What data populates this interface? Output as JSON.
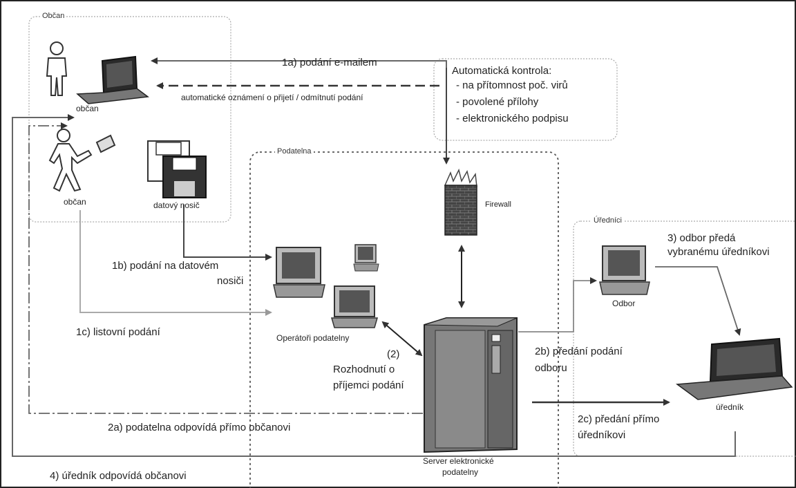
{
  "groups": {
    "citizen": "Občan",
    "registry": "Podatelna",
    "officials": "Úředníci"
  },
  "labels": {
    "citizen_laptop": "občan",
    "citizen_walking": "občan",
    "data_carrier": "datový nosič",
    "firewall": "Firewall",
    "operators": "Operátoři podatelny",
    "department": "Odbor",
    "official": "úředník",
    "server": [
      "Server elektronické",
      "podatelny"
    ]
  },
  "auto_check": {
    "title": "Automatická kontrola:",
    "items": [
      "- na přítomnost poč. virů",
      "- povolené přílohy",
      "- elektronického podpisu"
    ]
  },
  "flows": {
    "f1a": "1a) podání e-mailem",
    "auto_notice": "automatické oznámení o přijetí / odmítnutí podání",
    "f1b": [
      "1b) podání na datovém",
      "nosiči"
    ],
    "f1c": "1c) listovní podání",
    "decision": [
      "(2)",
      "Rozhodnutí o",
      "příjemci podání"
    ],
    "f2a": "2a) podatelna odpovídá přímo občanovi",
    "f2b": [
      "2b) předání podání",
      "odboru"
    ],
    "f2c": [
      "2c) předání přímo",
      "úředníkovi"
    ],
    "f3": [
      "3) odbor předá",
      "vybranému úředníkovi"
    ],
    "f4": "4) úředník odpovídá občanovi"
  }
}
